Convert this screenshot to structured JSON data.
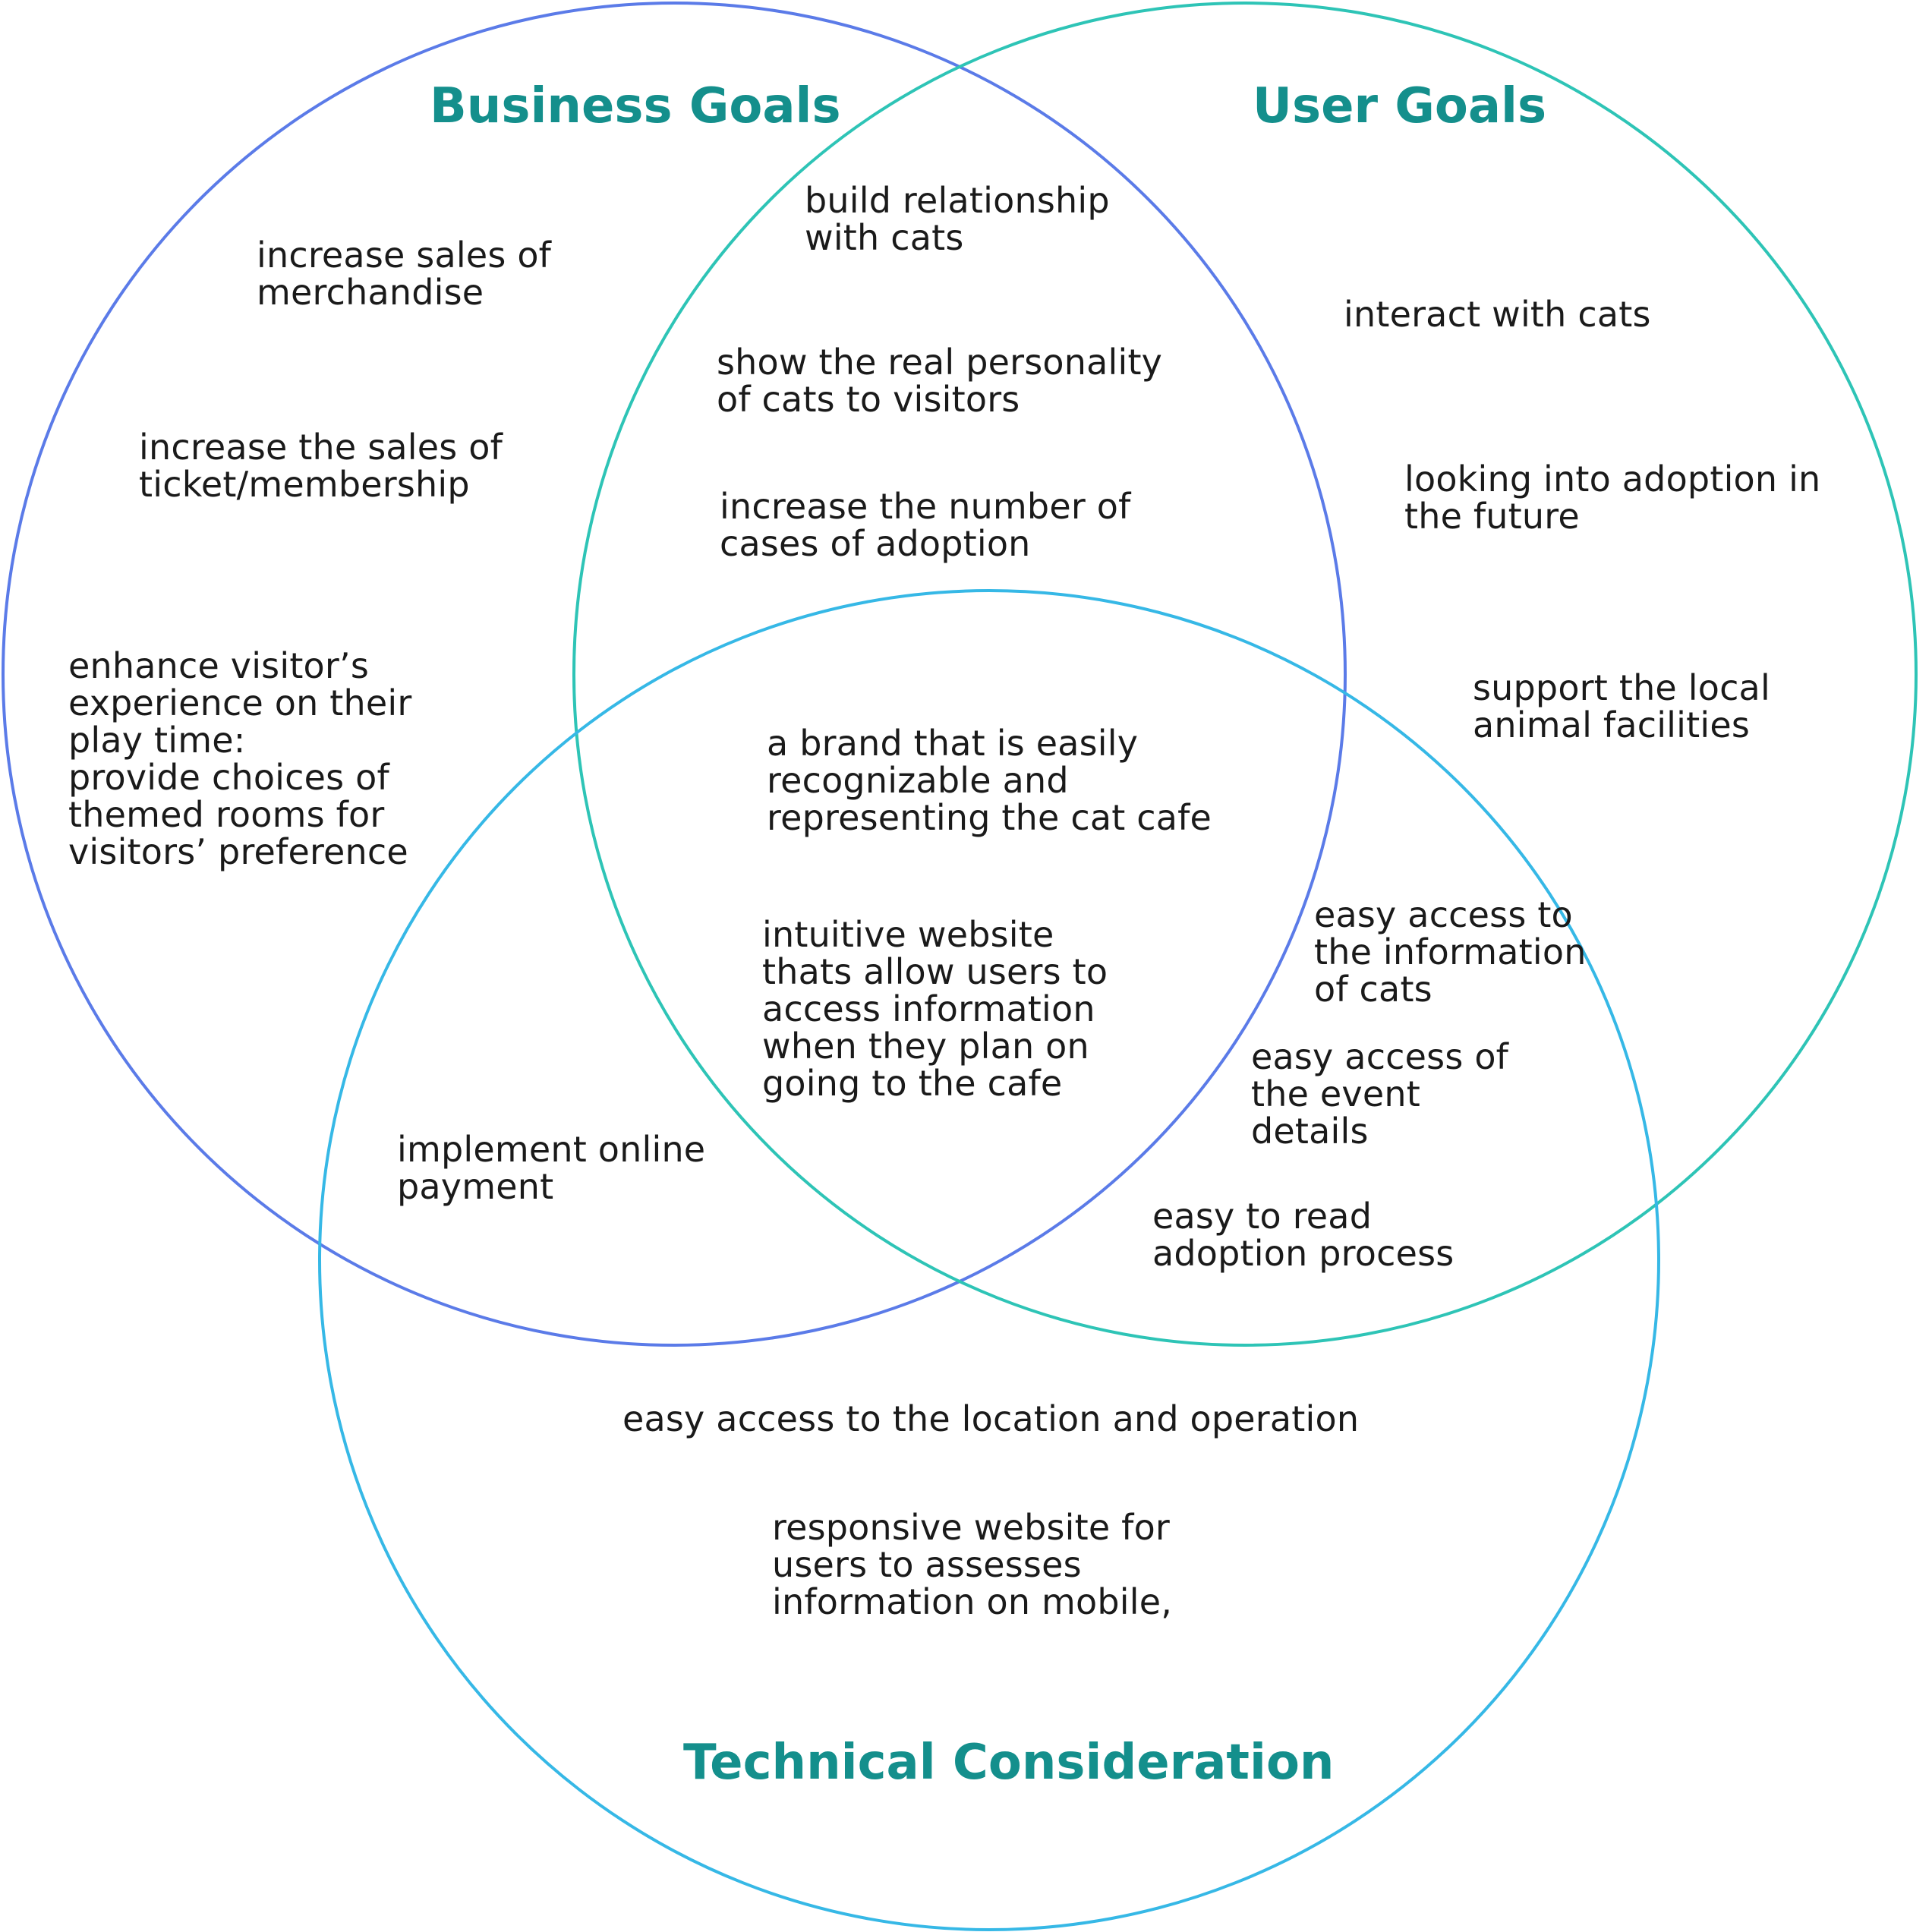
{
  "colors": {
    "business_circle": "#5B7BE8",
    "user_circle": "#2EC4B6",
    "technical_circle": "#36B8E6",
    "title": "#148F8C",
    "text": "#1a1a1a"
  },
  "titles": {
    "business": "Business Goals",
    "user": "User Goals",
    "technical": "Technical Consideration"
  },
  "business_only": [
    "increase sales of\nmerchandise",
    "increase the sales of\nticket/membership",
    "enhance visitor’s\nexperience on their\nplay time:\nprovide choices of\nthemed rooms for\nvisitors’ preference"
  ],
  "business_user": [
    "build relationship\nwith cats",
    "show the real personality\nof cats to visitors",
    "increase the number of\ncases of adoption"
  ],
  "user_only": [
    "interact with cats",
    "looking into adoption in\nthe future",
    "support the local\nanimal facilities"
  ],
  "center": [
    "a brand that is easily\nrecognizable and\nrepresenting the cat cafe",
    "intuitive website\nthats allow users to\naccess information\nwhen they plan on\ngoing to the cafe"
  ],
  "user_technical": [
    "easy access to\nthe information\nof cats",
    "easy access of\nthe event\ndetails",
    "easy to read\nadoption process"
  ],
  "business_technical": [
    "implement online\npayment"
  ],
  "technical_only": [
    "easy access to the location and operation",
    "responsive website for\nusers to assesses\ninformation on mobile,"
  ]
}
